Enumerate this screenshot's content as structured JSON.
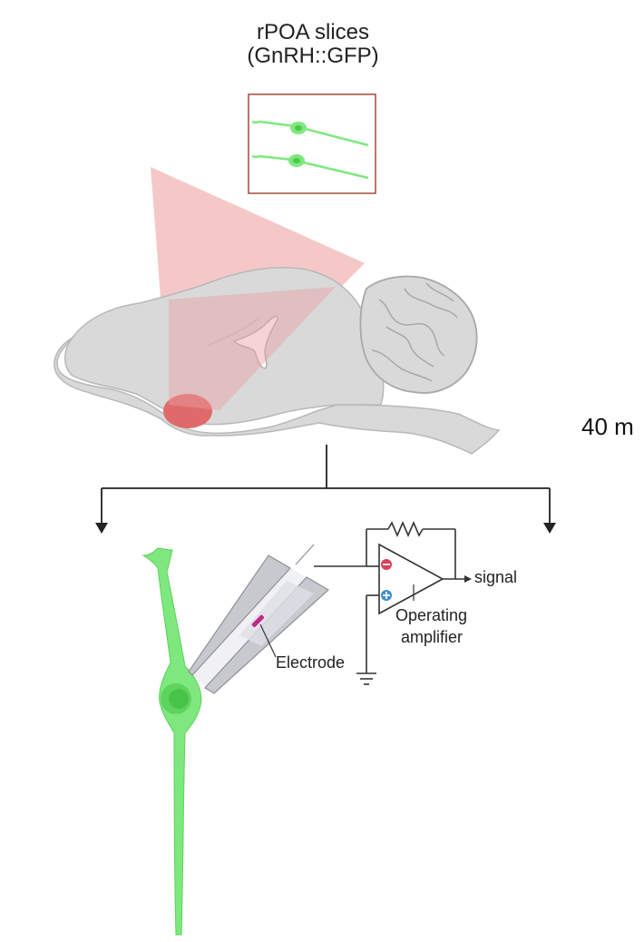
{
  "figure": {
    "title_line1": "rPOA slices",
    "title_line2": "(GnRH::GFP)",
    "side_text": "40 m",
    "labels": {
      "signal": "signal",
      "operating_line1": "Operating",
      "operating_line2": "amplifier",
      "electrode": "Electrode"
    },
    "colors": {
      "neuron_green": "#7ee87e",
      "brain_gray": "#d9d9d9",
      "region_red": "#e06a6a",
      "beam_pink": "#f2b6b6",
      "box_border": "#a44a3f",
      "minus_red": "#d8425a",
      "plus_blue": "#3b8fc8"
    }
  }
}
